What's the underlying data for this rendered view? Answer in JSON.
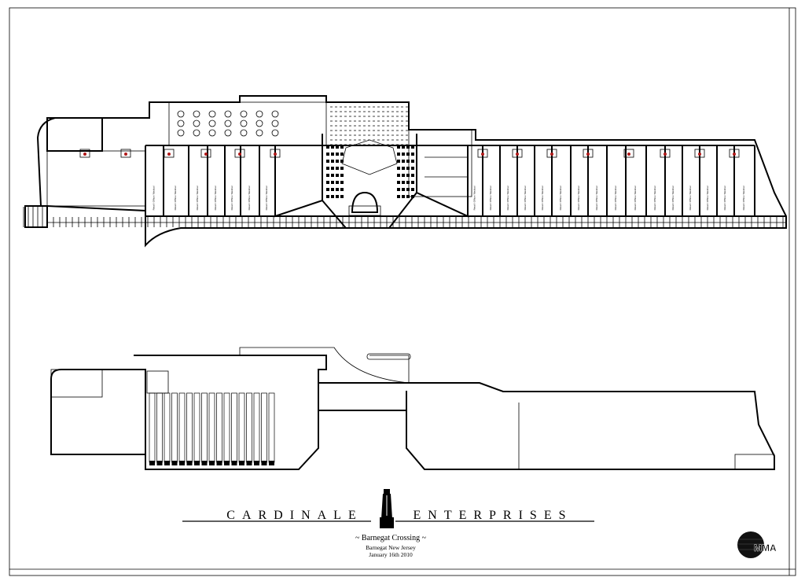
{
  "title_block": {
    "company_left": "CARDINALE",
    "company_right": "ENTERPRISES",
    "project": "~ Barnegat Crossing ~",
    "location": "Barnegat New Jersey",
    "date": "January 16th 2010",
    "architect_logo": "MMA"
  },
  "plan_labels": {
    "store_label": "Retail / Office / Medical"
  },
  "colors": {
    "line": "#000000",
    "fixture_accent": "#b01818"
  }
}
